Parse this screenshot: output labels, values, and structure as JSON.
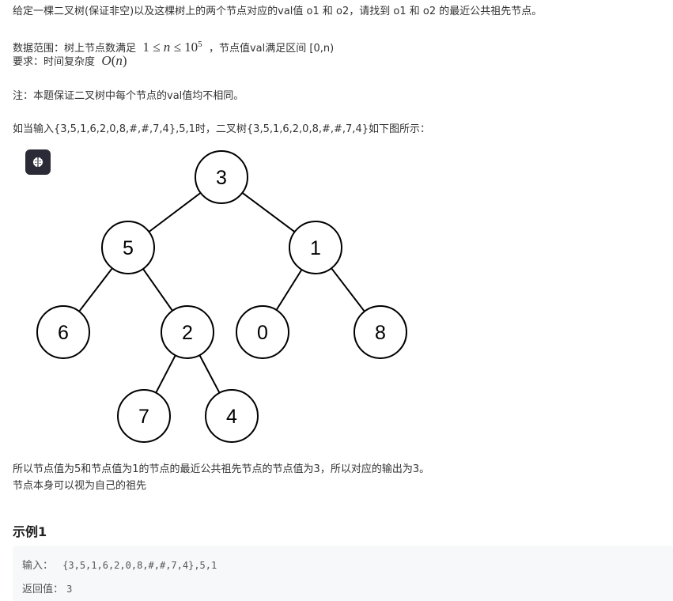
{
  "problem": {
    "intro": "给定一棵二叉树(保证非空)以及这棵树上的两个节点对应的val值 o1 和 o2，请找到 o1 和 o2 的最近公共祖先节点。",
    "range_prefix": "数据范围：树上节点数满足",
    "range_suffix": "，节点值val满足区间 [0,n)",
    "requirement_prefix": "要求：时间复杂度",
    "note": "注：本题保证二叉树中每个节点的val值均不相同。",
    "example_intro": "如当输入{3,5,1,6,2,0,8,#,#,7,4},5,1时，二叉树{3,5,1,6,2,0,8,#,#,7,4}如下图所示：",
    "conclusion": "所以节点值为5和节点值为1的节点的最近公共祖先节点的节点值为3，所以对应的输出为3。",
    "self_ancestor": "节点本身可以视为自己的祖先"
  },
  "tree": {
    "nodes": [
      {
        "id": "n3",
        "label": "3"
      },
      {
        "id": "n5",
        "label": "5"
      },
      {
        "id": "n1",
        "label": "1"
      },
      {
        "id": "n6",
        "label": "6"
      },
      {
        "id": "n2",
        "label": "2"
      },
      {
        "id": "n0",
        "label": "0"
      },
      {
        "id": "n8",
        "label": "8"
      },
      {
        "id": "n7",
        "label": "7"
      },
      {
        "id": "n4",
        "label": "4"
      }
    ],
    "edges": [
      [
        "n3",
        "n5"
      ],
      [
        "n3",
        "n1"
      ],
      [
        "n5",
        "n6"
      ],
      [
        "n5",
        "n2"
      ],
      [
        "n1",
        "n0"
      ],
      [
        "n1",
        "n8"
      ],
      [
        "n2",
        "n7"
      ],
      [
        "n2",
        "n4"
      ]
    ]
  },
  "ai_button": {
    "icon": "brain-icon"
  },
  "example": {
    "title": "示例1",
    "input_label": "输入：",
    "input_value": "{3,5,1,6,2,0,8,#,#,7,4},5,1",
    "output_label": "返回值：",
    "output_value": "3"
  }
}
